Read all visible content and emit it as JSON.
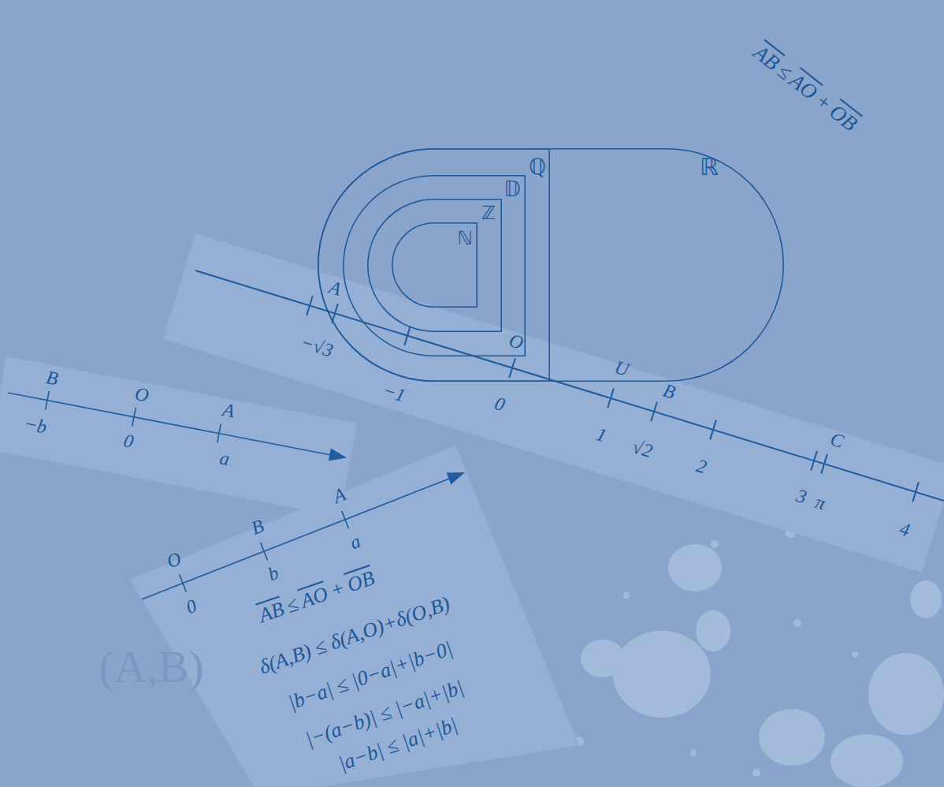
{
  "diagram": {
    "nodes": [
      {
        "text": [
          "ℝ"
        ]
      },
      {
        "text": [
          "ℚ"
        ],
        "in": 0
      },
      {
        "text": [
          "𝔻"
        ],
        "in": 1
      },
      {
        "text": [
          "ℤ"
        ],
        "in": 2
      },
      {
        "text": [
          "ℕ"
        ],
        "in": 3
      }
    ],
    "labels": [
      "AB",
      "≤",
      "AO",
      "+",
      "OB",
      "A",
      "−√3",
      "−1",
      "O",
      "0",
      "U",
      "1",
      "B",
      "√2",
      "2",
      "C",
      "3",
      "π",
      "4",
      "B",
      "−b",
      "O",
      "0",
      "A",
      "a",
      "O",
      "0",
      "B",
      "b",
      "A",
      "a",
      "AB",
      "≤",
      "AO",
      "+",
      "OB",
      "δ(A,B) ≤ δ(A,O)+δ(O,B)",
      "|b−a| ≤ |0−a|+|b−0|",
      "|−(a−b)| ≤ |−a|+|b|",
      "|a−b| ≤ |a|+|b|",
      "(A,B)"
    ]
  }
}
